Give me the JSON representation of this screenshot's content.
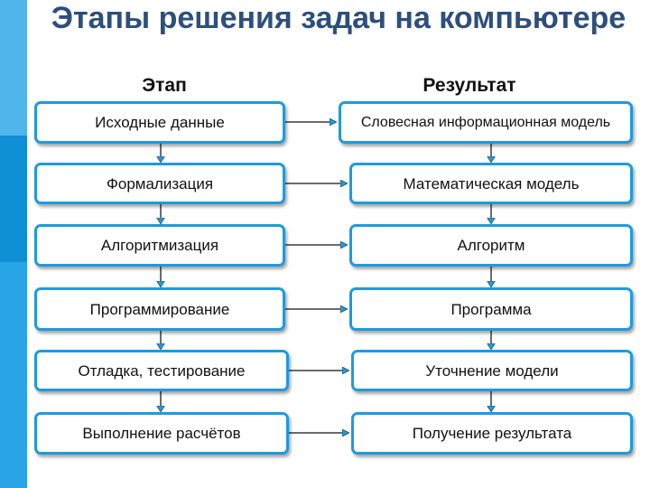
{
  "title": "Этапы решения задач на компьютере",
  "columns": {
    "stage": "Этап",
    "result": "Результат"
  },
  "stages": [
    "Исходные данные",
    "Формализация",
    "Алгоритмизация",
    "Программирование",
    "Отладка, тестирование",
    "Выполнение расчётов"
  ],
  "results": [
    "Словесная информационная модель",
    "Математическая модель",
    "Алгоритм",
    "Программа",
    "Уточнение модели",
    "Получение результата"
  ],
  "colors": {
    "box_border": "#1c9be0",
    "title": "#2d4f7c",
    "side_bar": "#1da1e4"
  }
}
